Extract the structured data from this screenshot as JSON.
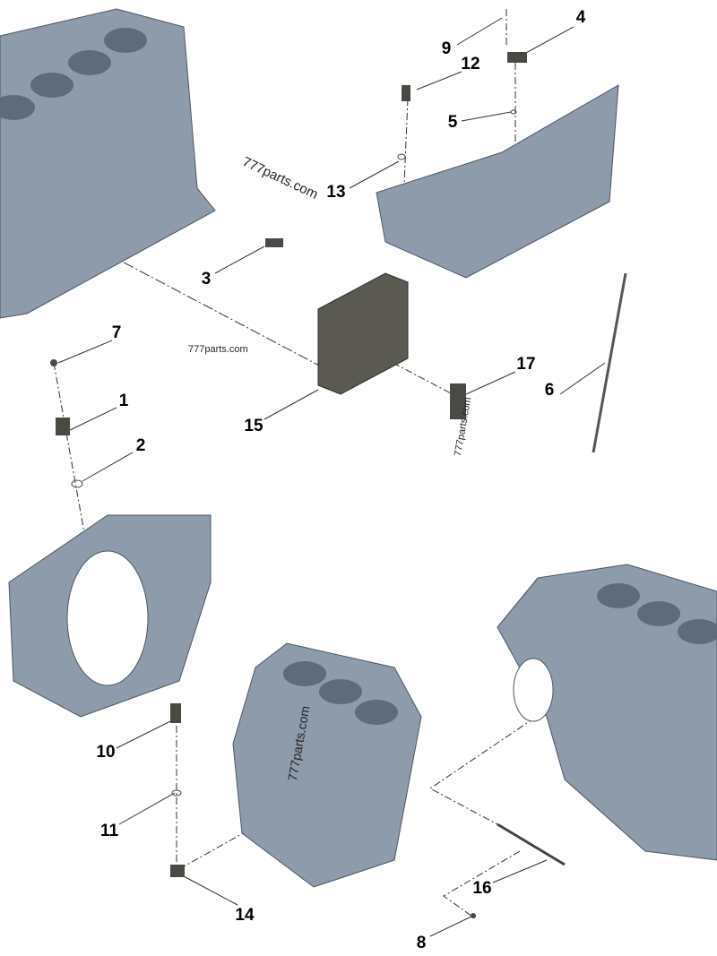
{
  "diagram": {
    "callouts": [
      "9",
      "4",
      "12",
      "5",
      "13",
      "3",
      "7",
      "1",
      "2",
      "15",
      "17",
      "6",
      "10",
      "11",
      "14",
      "16",
      "8"
    ],
    "watermarks": [
      "777parts.com",
      "777parts.com",
      "777parts.com",
      "777parts.com"
    ]
  },
  "colors": {
    "casting": "#8e9bab",
    "casting_dark": "#5f6b7a",
    "ecm": "#5b5a52",
    "line": "#333333"
  }
}
